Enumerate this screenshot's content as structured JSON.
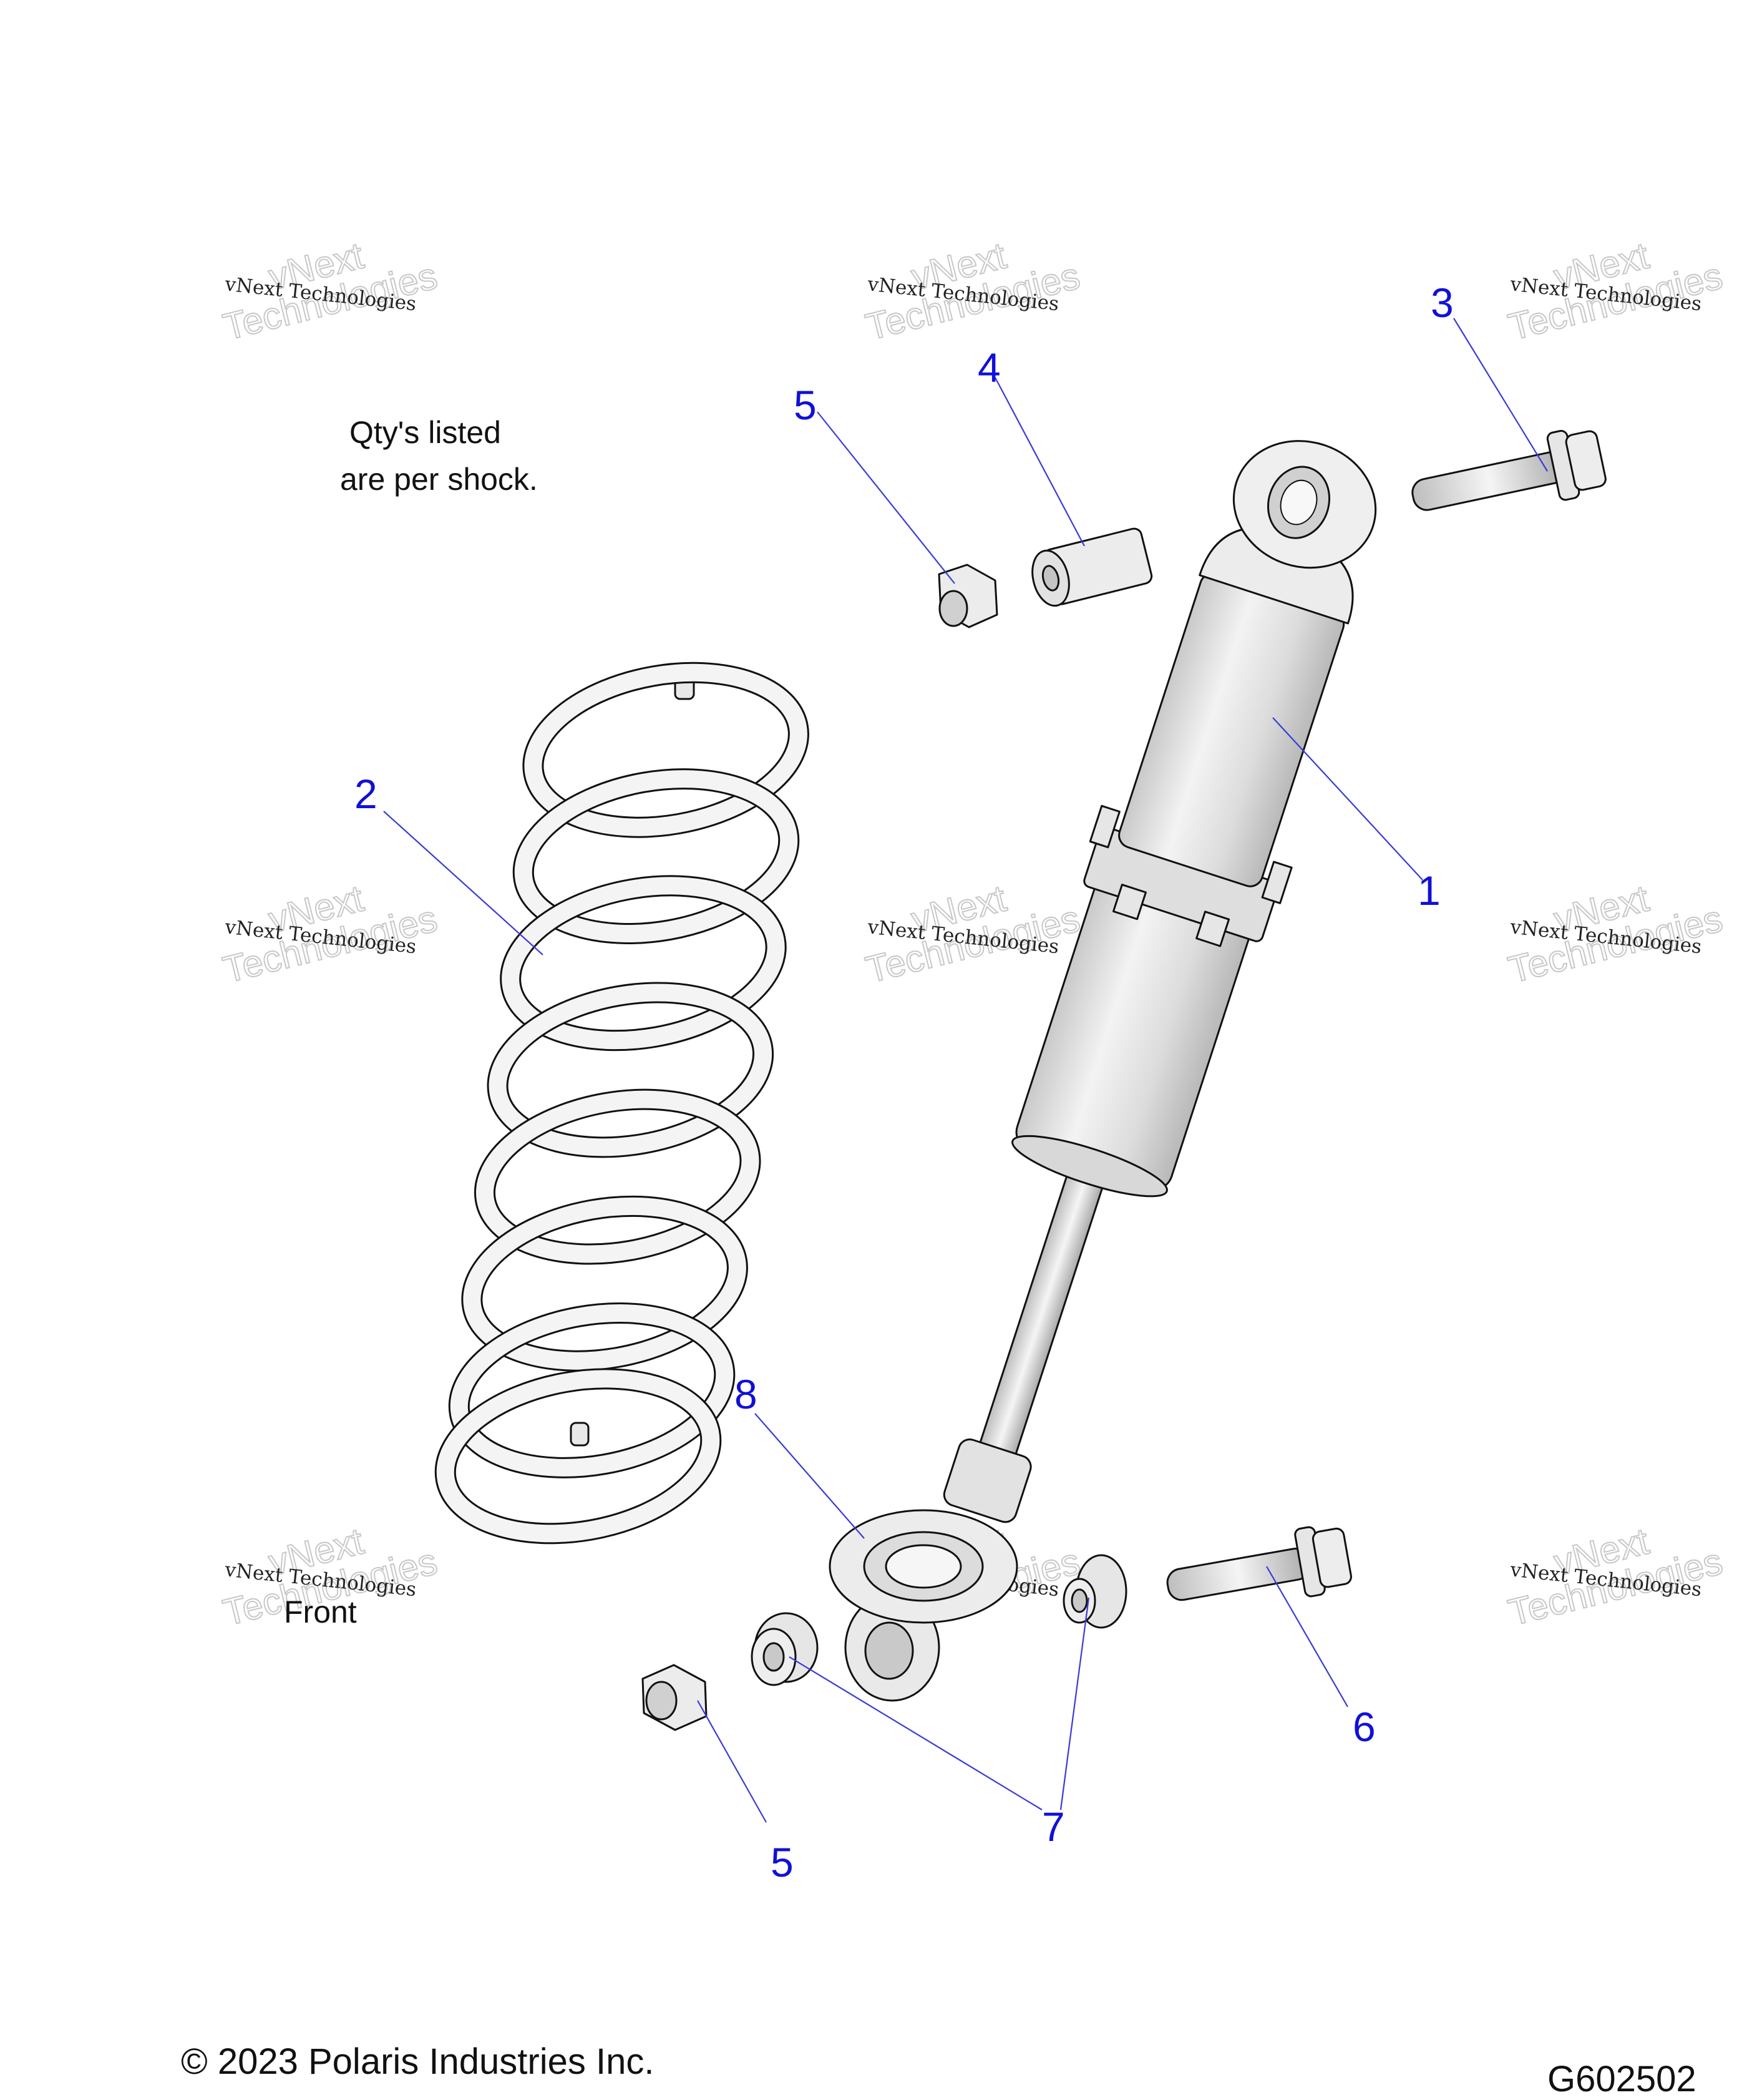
{
  "note": {
    "line1": "Qty's listed",
    "line2": "are per shock."
  },
  "front_label": "Front",
  "watermark": {
    "line1": "vNext Technologies",
    "line2": "vNext",
    "line3": "Technologies"
  },
  "callouts": {
    "shock": "1",
    "spring": "2",
    "bolt_upper": "3",
    "bushing": "4",
    "nut_upper": "5",
    "nut_lower": "5",
    "bolt_lower": "6",
    "bushings_lower": "7",
    "spring_seat": "8"
  },
  "footer": {
    "copyright": "© 2023 Polaris Industries Inc.",
    "figure_id": "G602502"
  },
  "colors": {
    "callout": "#1010d8",
    "part_fill": "#e9e9e9",
    "part_stroke": "#111111"
  }
}
